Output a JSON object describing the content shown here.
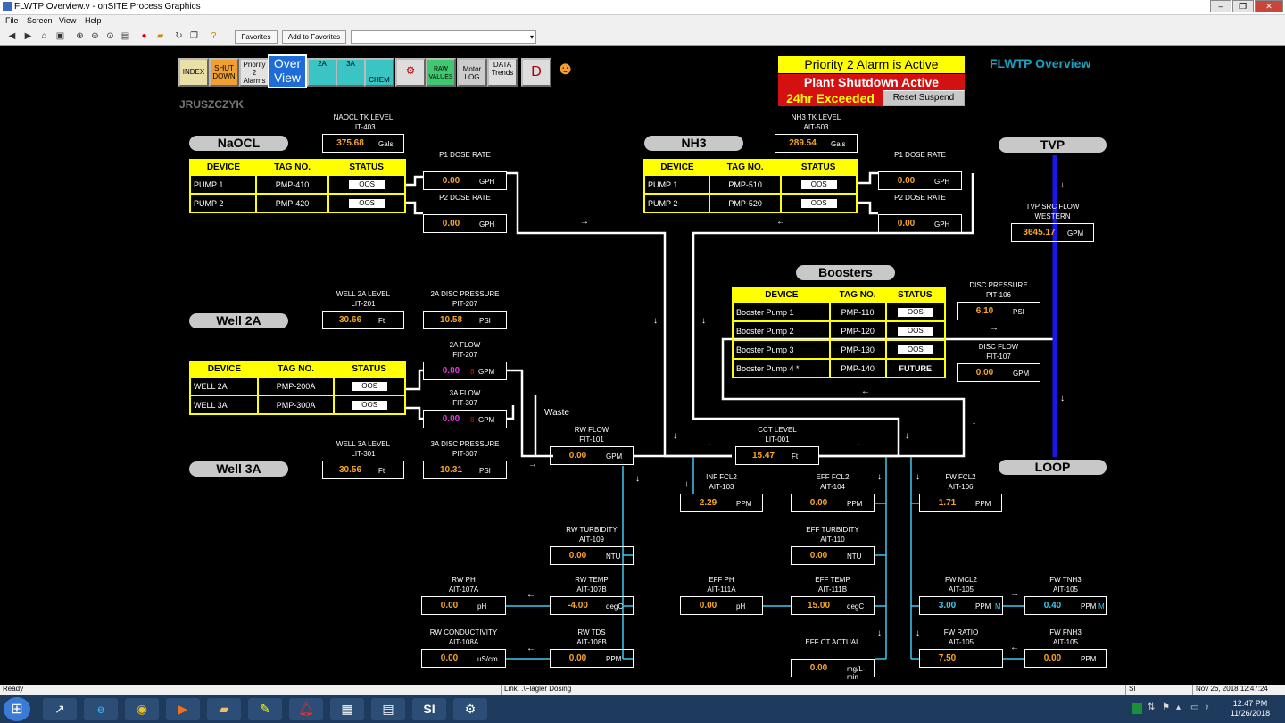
{
  "window": {
    "title": "FLWTP Overview.v - onSITE Process Graphics",
    "controls": [
      "–",
      "❐",
      "✕"
    ]
  },
  "menu": [
    "File",
    "Screen",
    "View",
    "Help"
  ],
  "toolbar": {
    "favorites": "Favorites",
    "add_favorites": "Add to Favorites",
    "address": ""
  },
  "nav": {
    "index": "INDEX",
    "shutdown": "SHUT DOWN",
    "priority2": "Priority 2 Alarms",
    "overview": "Over View",
    "n2a": "2A",
    "n3a": "3A",
    "chem": "CHEM",
    "raw": "RAW VALUES",
    "motor": "Motor LOG",
    "data": "DATA Trends",
    "d": "D"
  },
  "user": "JRUSZCZYK",
  "alarms": {
    "priority": "Priority 2 Alarm is Active",
    "shutdown": "Plant Shutdown Active",
    "exceeded": "24hr Exceeded",
    "reset": "Reset Suspend"
  },
  "page_title": "FLWTP Overview",
  "sections": {
    "naocl": "NaOCL",
    "nh3": "NH3",
    "tvp": "TVP",
    "well2a": "Well 2A",
    "well3a": "Well 3A",
    "boosters": "Boosters",
    "loop": "LOOP"
  },
  "table_headers": {
    "device": "DEVICE",
    "tag": "TAG NO.",
    "status": "STATUS"
  },
  "naocl_rows": [
    {
      "device": "PUMP 1",
      "tag": "PMP-410",
      "status": "OOS"
    },
    {
      "device": "PUMP 2",
      "tag": "PMP-420",
      "status": "OOS"
    }
  ],
  "nh3_rows": [
    {
      "device": "PUMP 1",
      "tag": "PMP-510",
      "status": "OOS"
    },
    {
      "device": "PUMP 2",
      "tag": "PMP-520",
      "status": "OOS"
    }
  ],
  "well_rows": [
    {
      "device": "WELL 2A",
      "tag": "PMP-200A",
      "status": "OOS"
    },
    {
      "device": "WELL 3A",
      "tag": "PMP-300A",
      "status": "OOS"
    }
  ],
  "booster_rows": [
    {
      "device": "Booster Pump 1",
      "tag": "PMP-110",
      "status": "OOS"
    },
    {
      "device": "Booster Pump 2",
      "tag": "PMP-120",
      "status": "OOS"
    },
    {
      "device": "Booster Pump 3",
      "tag": "PMP-130",
      "status": "OOS"
    },
    {
      "device": "Booster Pump 4 *",
      "tag": "PMP-140",
      "status": "FUTURE"
    }
  ],
  "waste": "Waste",
  "readings": {
    "naocl_lvl": {
      "l1": "NAOCL TK LEVEL",
      "l2": "LIT-403",
      "v": "375.68",
      "u": "Gals"
    },
    "p1_dose": {
      "l1": "P1 DOSE RATE",
      "l2": "",
      "v": "0.00",
      "u": "GPH"
    },
    "p2_dose": {
      "l1": "P2 DOSE RATE",
      "l2": "",
      "v": "0.00",
      "u": "GPH"
    },
    "nh3_lvl": {
      "l1": "NH3 TK LEVEL",
      "l2": "AIT-503",
      "v": "289.54",
      "u": "Gals"
    },
    "nh3_p1": {
      "l1": "P1 DOSE RATE",
      "l2": "",
      "v": "0.00",
      "u": "GPH"
    },
    "nh3_p2": {
      "l1": "P2 DOSE RATE",
      "l2": "",
      "v": "0.00",
      "u": "GPH"
    },
    "tvp_flow": {
      "l1": "TVP SRC FLOW",
      "l2": "WESTERN",
      "v": "3645.17",
      "u": "GPM"
    },
    "well2a_lvl": {
      "l1": "WELL 2A LEVEL",
      "l2": "LIT-201",
      "v": "30.66",
      "u": "Ft"
    },
    "disc_2a": {
      "l1": "2A DISC PRESSURE",
      "l2": "PIT-207",
      "v": "10.58",
      "u": "PSI"
    },
    "flow_2a": {
      "l1": "2A FLOW",
      "l2": "FIT-207",
      "v": "0.00",
      "u": "GPM",
      "m": "8"
    },
    "flow_3a": {
      "l1": "3A FLOW",
      "l2": "FIT-307",
      "v": "0.00",
      "u": "GPM",
      "m": "8"
    },
    "well3a_lvl": {
      "l1": "WELL 3A LEVEL",
      "l2": "LIT-301",
      "v": "30.56",
      "u": "Ft"
    },
    "disc_3a": {
      "l1": "3A DISC PRESSURE",
      "l2": "PIT-307",
      "v": "10.31",
      "u": "PSI"
    },
    "disc_press": {
      "l1": "DISC PRESSURE",
      "l2": "PIT-106",
      "v": "6.10",
      "u": "PSI"
    },
    "disc_flow": {
      "l1": "DISC FLOW",
      "l2": "FIT-107",
      "v": "0.00",
      "u": "GPM"
    },
    "rw_flow": {
      "l1": "RW FLOW",
      "l2": "FIT-101",
      "v": "0.00",
      "u": "GPM"
    },
    "cct_lvl": {
      "l1": "CCT LEVEL",
      "l2": "LIT-001",
      "v": "15.47",
      "u": "Ft"
    },
    "inf_fcl2": {
      "l1": "INF FCL2",
      "l2": "AIT-103",
      "v": "2.29",
      "u": "PPM"
    },
    "eff_fcl2": {
      "l1": "EFF FCL2",
      "l2": "AIT-104",
      "v": "0.00",
      "u": "PPM"
    },
    "fw_fcl2": {
      "l1": "FW FCL2",
      "l2": "AIT-106",
      "v": "1.71",
      "u": "PPM"
    },
    "rw_turb": {
      "l1": "RW TURBIDITY",
      "l2": "AIT-109",
      "v": "0.00",
      "u": "NTU"
    },
    "eff_turb": {
      "l1": "EFF TURBIDITY",
      "l2": "AIT-110",
      "v": "0.00",
      "u": "NTU"
    },
    "rw_ph": {
      "l1": "RW PH",
      "l2": "AIT-107A",
      "v": "0.00",
      "u": "pH"
    },
    "rw_temp": {
      "l1": "RW TEMP",
      "l2": "AIT-107B",
      "v": "-4.00",
      "u": "degC"
    },
    "eff_ph": {
      "l1": "EFF PH",
      "l2": "AIT-111A",
      "v": "0.00",
      "u": "pH"
    },
    "eff_temp": {
      "l1": "EFF TEMP",
      "l2": "AIT-111B",
      "v": "15.00",
      "u": "degC"
    },
    "fw_mcl2": {
      "l1": "FW MCL2",
      "l2": "AIT-105",
      "v": "3.00",
      "u": "PPM",
      "m": "M"
    },
    "fw_tnh3": {
      "l1": "FW TNH3",
      "l2": "AIT-105",
      "v": "0.40",
      "u": "PPM",
      "m": "M"
    },
    "rw_cond": {
      "l1": "RW CONDUCTIVITY",
      "l2": "AIT-108A",
      "v": "0.00",
      "u": "uS/cm"
    },
    "rw_tds": {
      "l1": "RW TDS",
      "l2": "AIT-108B",
      "v": "0.00",
      "u": "PPM"
    },
    "eff_ct": {
      "l1": "EFF CT ACTUAL",
      "l2": "",
      "v": "0.00",
      "u": "mg/L-min"
    },
    "fw_ratio": {
      "l1": "FW RATIO",
      "l2": "AIT-105",
      "v": "7.50",
      "u": ""
    },
    "fw_fnh3": {
      "l1": "FW FNH3",
      "l2": "AIT-105",
      "v": "0.00",
      "u": "PPM"
    }
  },
  "status": {
    "ready": "Ready",
    "link": "Link: .\\Flagler Dosing",
    "si": "SI",
    "datetime": "Nov 26, 2018 12:47:24"
  },
  "taskbar": {
    "time": "12:47 PM",
    "date": "11/26/2018"
  }
}
